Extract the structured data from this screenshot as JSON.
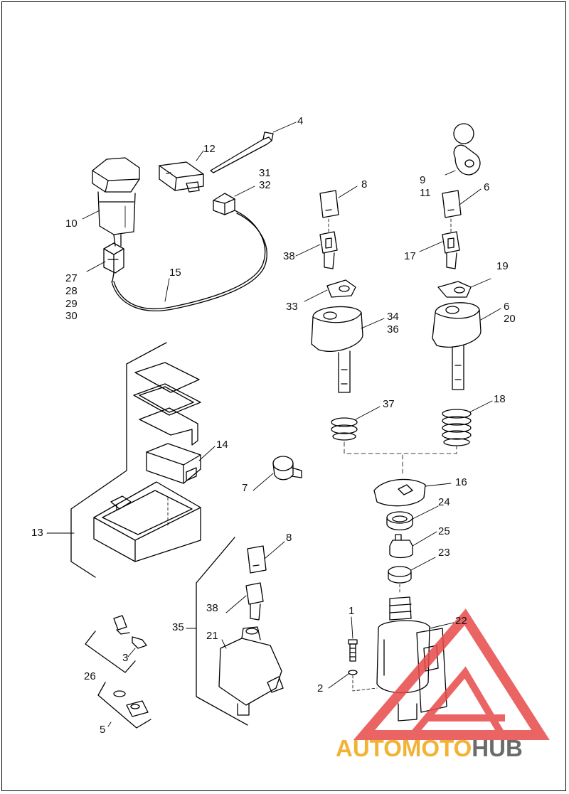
{
  "callouts": {
    "c1": "1",
    "c2": "2",
    "c3": "3",
    "c4": "4",
    "c5": "5",
    "c6a": "6",
    "c6b": "6",
    "c7": "7",
    "c8a": "8",
    "c8b": "8",
    "c9": "9",
    "c10": "10",
    "c11": "11",
    "c12": "12",
    "c13": "13",
    "c14": "14",
    "c15": "15",
    "c16": "16",
    "c17": "17",
    "c18": "18",
    "c19": "19",
    "c20": "20",
    "c21": "21",
    "c22": "22",
    "c23": "23",
    "c24": "24",
    "c25": "25",
    "c26": "26",
    "c27": "27",
    "c28": "28",
    "c29": "29",
    "c30": "30",
    "c31": "31",
    "c32": "32",
    "c33": "33",
    "c34": "34",
    "c35": "35",
    "c36": "36",
    "c37": "37",
    "c38a": "38",
    "c38b": "38"
  },
  "watermark": {
    "part1": "AUTO",
    "part2": "MOTO",
    "part3": "HUB",
    "color1": "#f2b233",
    "color2": "#f2b233",
    "color3": "#6b6b6b",
    "logo_color": "#e84a4a"
  }
}
